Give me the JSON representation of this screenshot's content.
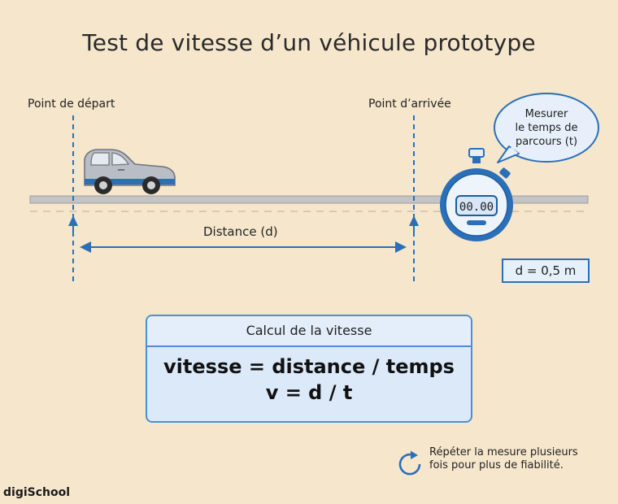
{
  "title": "Test de vitesse d’un véhicule prototype",
  "labels": {
    "start": "Point de départ",
    "end": "Point d’arrivée",
    "distance": "Distance (d)"
  },
  "bubble": {
    "line1": "Mesurer",
    "line2": "le temps de",
    "line3": "parcours (t)"
  },
  "stopwatch": {
    "display": "00.00"
  },
  "distance_value": "d = 0,5 m",
  "formula": {
    "heading": "Calcul de la vitesse",
    "line1": "vitesse = distance / temps",
    "line2": "v = d / t"
  },
  "note": {
    "line1": "Répéter la mesure plusieurs",
    "line2": "fois pour plus de fiabilité."
  },
  "logo": "digiSchool",
  "colors": {
    "background": "#f6e7cc",
    "accent_blue": "#2a6fb8",
    "car_body": "#b9bec6",
    "track": "#c4c4c4"
  }
}
